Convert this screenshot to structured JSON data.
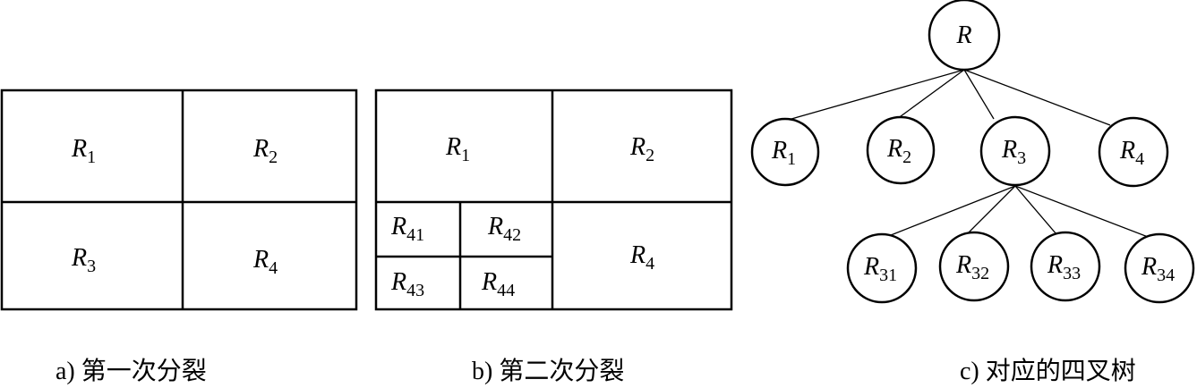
{
  "diagram_a": {
    "caption": "a) 第一次分裂",
    "cells": [
      {
        "base": "R",
        "sub": "1"
      },
      {
        "base": "R",
        "sub": "2"
      },
      {
        "base": "R",
        "sub": "3"
      },
      {
        "base": "R",
        "sub": "4"
      }
    ]
  },
  "diagram_b": {
    "caption": "b) 第二次分裂",
    "cells": [
      {
        "base": "R",
        "sub": "1"
      },
      {
        "base": "R",
        "sub": "2"
      },
      {
        "base": "R",
        "sub": "41"
      },
      {
        "base": "R",
        "sub": "42"
      },
      {
        "base": "R",
        "sub": "43"
      },
      {
        "base": "R",
        "sub": "44"
      },
      {
        "base": "R",
        "sub": "4"
      }
    ]
  },
  "diagram_c": {
    "caption": "c) 对应的四叉树",
    "root": {
      "base": "R",
      "sub": ""
    },
    "level1": [
      {
        "base": "R",
        "sub": "1"
      },
      {
        "base": "R",
        "sub": "2"
      },
      {
        "base": "R",
        "sub": "3"
      },
      {
        "base": "R",
        "sub": "4"
      }
    ],
    "level2": [
      {
        "base": "R",
        "sub": "31"
      },
      {
        "base": "R",
        "sub": "32"
      },
      {
        "base": "R",
        "sub": "33"
      },
      {
        "base": "R",
        "sub": "34"
      }
    ]
  }
}
